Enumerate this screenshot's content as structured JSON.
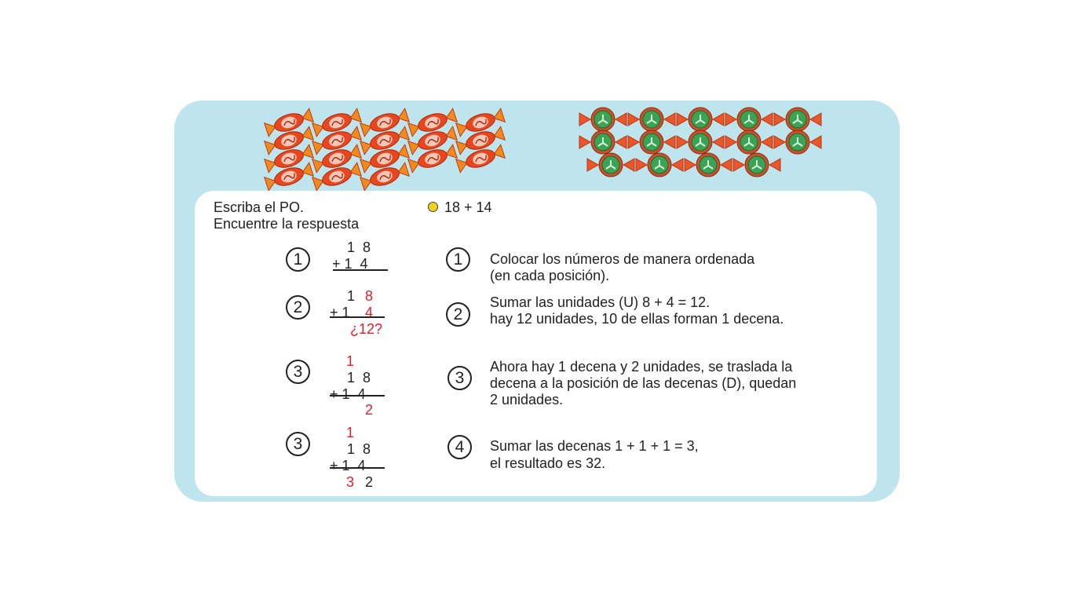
{
  "colors": {
    "panel": "#bee5ed",
    "card": "#ffffff",
    "red_text": "#e0202e",
    "bullet": "#f2d31b",
    "candy_orange": "#e8461e",
    "candy_green": "#3aa454"
  },
  "icons": {
    "orange_candy": "wrapped-candy-orange-icon",
    "green_candy": "wrapped-candy-green-icon"
  },
  "candies": {
    "orange_rows": [
      5,
      5,
      5,
      3
    ],
    "green_rows": [
      5,
      5,
      4
    ]
  },
  "instructions": {
    "line1": "Escriba el PO.",
    "line2": "Encuentre la respuesta"
  },
  "expression": "18 + 14",
  "steps": [
    {
      "marker": "1",
      "top_digits": "1  8",
      "second_line": "+ 1  4",
      "explain_marker": "1",
      "explain_lines": [
        "Colocar los números de manera ordenada",
        "(en cada posición)."
      ]
    },
    {
      "marker": "2",
      "top_tens": "1",
      "top_units": "8",
      "plus_tens": "+ 1",
      "plus_units": "4",
      "question": "¿12?",
      "explain_marker": "2",
      "explain_lines": [
        "Sumar las unidades (U) 8 + 4 = 12.",
        "hay 12 unidades, 10 de ellas forman 1 decena."
      ]
    },
    {
      "marker": "3",
      "carry": "1",
      "top_digits": "1  8",
      "second_line": "+ 1  4",
      "result_units": "2",
      "explain_marker": "3",
      "explain_lines": [
        "Ahora hay 1 decena y 2 unidades, se traslada la",
        "decena a la posición de las decenas (D), quedan",
        "2 unidades."
      ]
    },
    {
      "marker": "3",
      "carry": "1",
      "top_digits": "1  8",
      "second_line": "+ 1  4",
      "result_tens": "3",
      "result_units": "2",
      "explain_marker": "4",
      "explain_lines": [
        "Sumar las decenas 1 + 1 + 1 = 3,",
        "el resultado es 32."
      ]
    }
  ]
}
